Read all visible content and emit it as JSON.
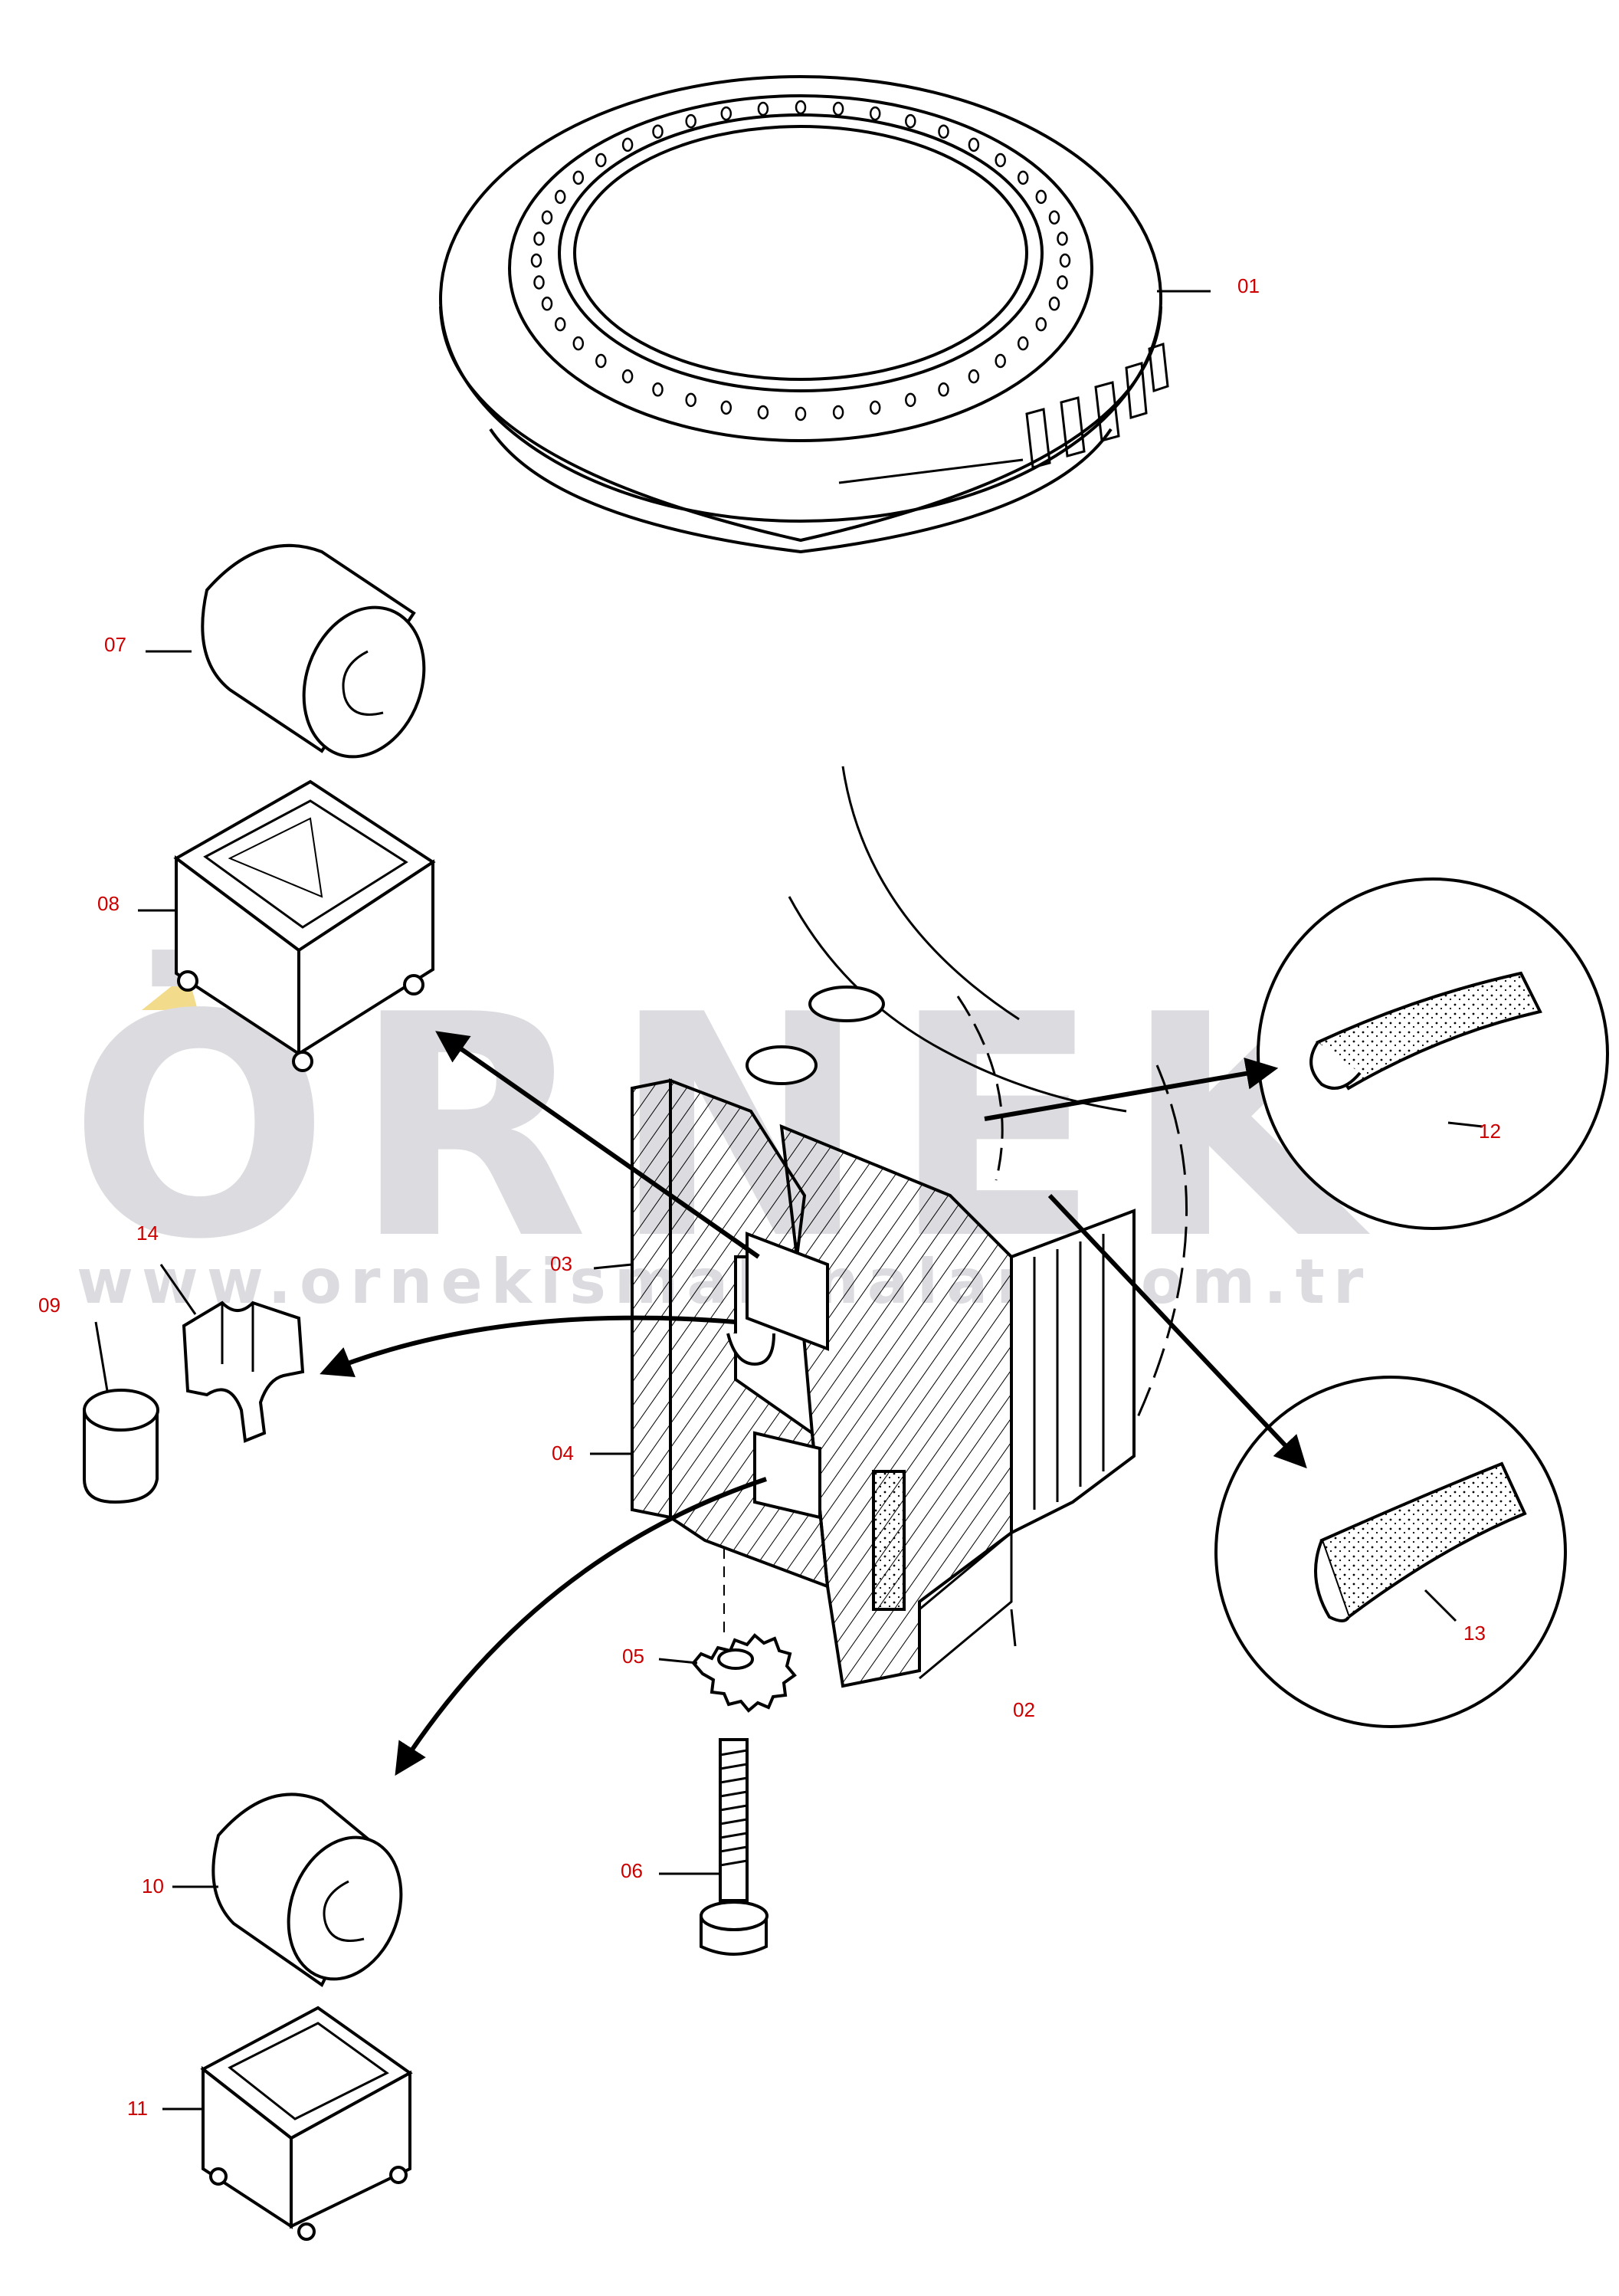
{
  "watermark": {
    "brand": "ÖRNEK",
    "url": "www.ornekismakinalari.com.tr",
    "color": "#dcdce0",
    "accent": "#f2dc8c"
  },
  "callouts": {
    "p01": "01",
    "p02": "02",
    "p03": "03",
    "p04": "04",
    "p05": "05",
    "p06": "06",
    "p07": "07",
    "p08": "08",
    "p09": "09",
    "p10": "10",
    "p11": "11",
    "p12": "12",
    "p13": "13",
    "p14": "14"
  },
  "colors": {
    "line": "#000000",
    "callout": "#cc0000",
    "background": "#ffffff"
  }
}
